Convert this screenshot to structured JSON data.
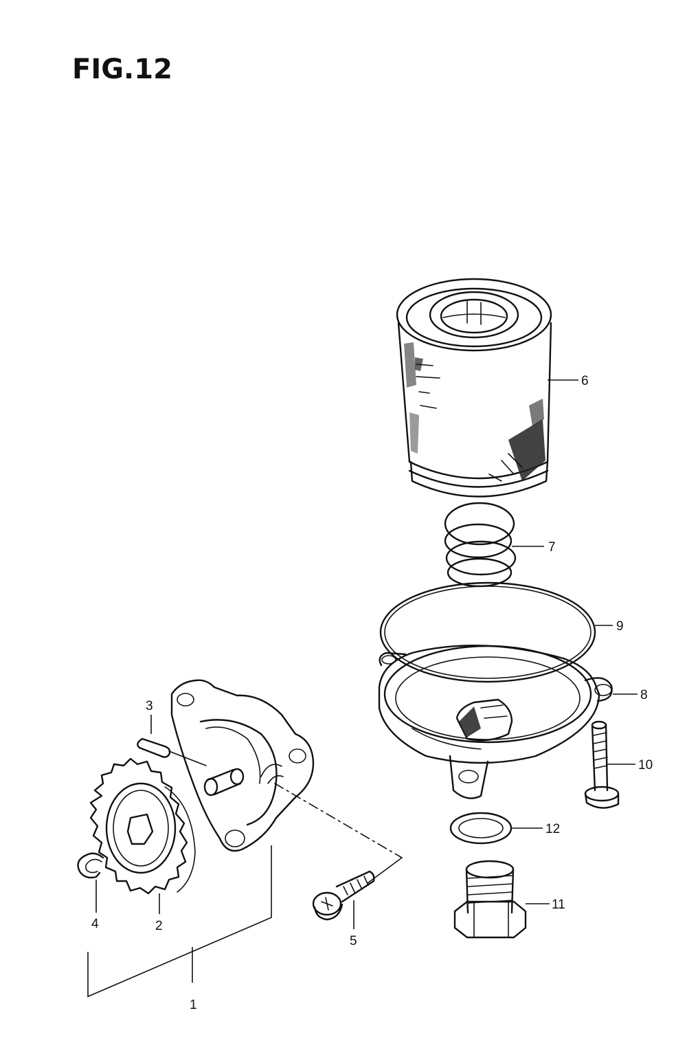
{
  "figure": {
    "title": "FIG.12"
  },
  "callouts": [
    {
      "id": "1",
      "label": "1"
    },
    {
      "id": "2",
      "label": "2"
    },
    {
      "id": "3",
      "label": "3"
    },
    {
      "id": "4",
      "label": "4"
    },
    {
      "id": "5",
      "label": "5"
    },
    {
      "id": "6",
      "label": "6"
    },
    {
      "id": "7",
      "label": "7"
    },
    {
      "id": "8",
      "label": "8"
    },
    {
      "id": "9",
      "label": "9"
    },
    {
      "id": "10",
      "label": "10"
    },
    {
      "id": "11",
      "label": "11"
    },
    {
      "id": "12",
      "label": "12"
    }
  ]
}
